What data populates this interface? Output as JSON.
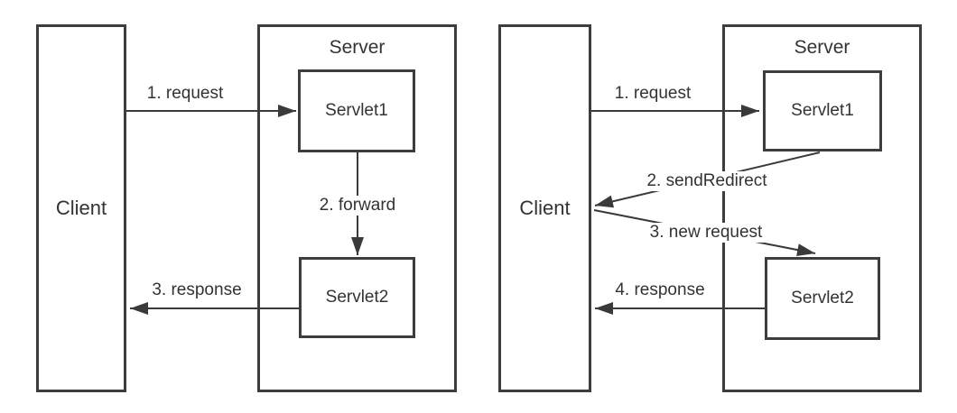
{
  "diagrams": [
    {
      "name": "forward",
      "client": "Client",
      "server": "Server",
      "servlet1": "Servlet1",
      "servlet2": "Servlet2",
      "labels": {
        "request": "1. request",
        "forward": "2. forward",
        "response": "3. response"
      }
    },
    {
      "name": "redirect",
      "client": "Client",
      "server": "Server",
      "servlet1": "Servlet1",
      "servlet2": "Servlet2",
      "labels": {
        "request": "1. request",
        "send_redirect": "2. sendRedirect",
        "new_request": "3. new request",
        "response": "4. response"
      }
    }
  ],
  "colors": {
    "line": "#3a3a3a",
    "text": "#333333",
    "background": "#ffffff"
  }
}
